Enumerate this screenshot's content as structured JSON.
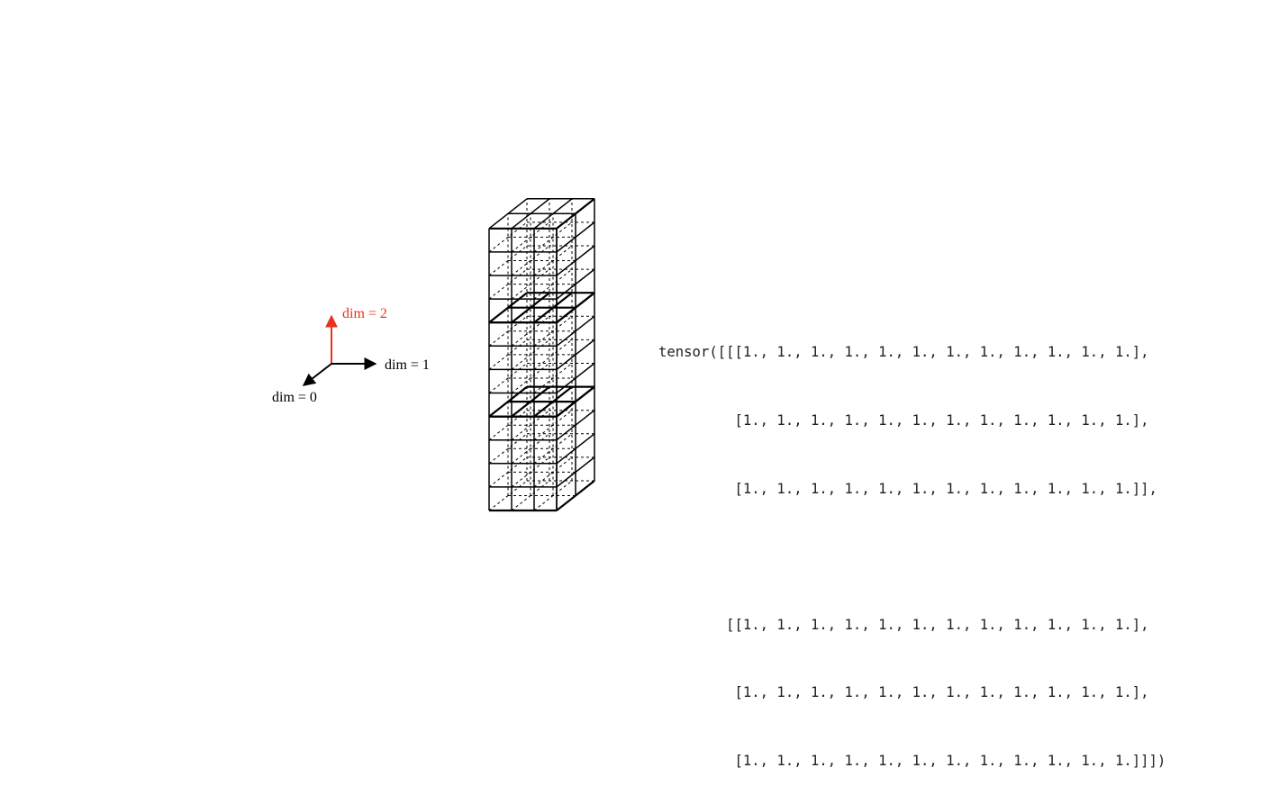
{
  "axes": {
    "dim2_label": "dim = 2",
    "dim1_label": "dim = 1",
    "dim0_label": "dim = 0",
    "dim2_color": "#e8321e",
    "axis_color": "#000000"
  },
  "tensor": {
    "shape": [
      2,
      3,
      12
    ],
    "lines": [
      "tensor([[[1., 1., 1., 1., 1., 1., 1., 1., 1., 1., 1., 1.],",
      "         [1., 1., 1., 1., 1., 1., 1., 1., 1., 1., 1., 1.],",
      "         [1., 1., 1., 1., 1., 1., 1., 1., 1., 1., 1., 1.]],",
      "",
      "        [[1., 1., 1., 1., 1., 1., 1., 1., 1., 1., 1., 1.],",
      "         [1., 1., 1., 1., 1., 1., 1., 1., 1., 1., 1., 1.],",
      "         [1., 1., 1., 1., 1., 1., 1., 1., 1., 1., 1., 1.]]])"
    ]
  }
}
